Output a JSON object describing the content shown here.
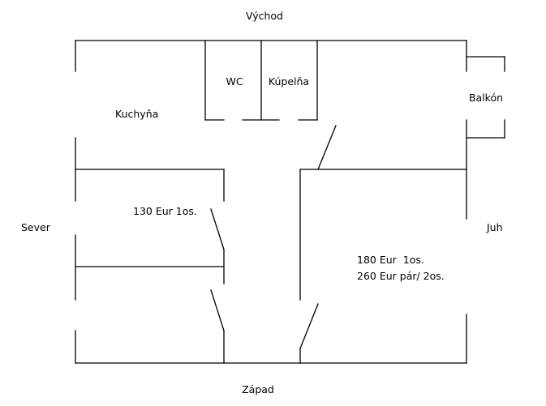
{
  "compass": {
    "east": "Východ",
    "west": "Západ",
    "north": "Sever",
    "south": "Juh"
  },
  "rooms": {
    "kitchen": "Kuchyňa",
    "wc": "WC",
    "bathroom": "Kúpelňa",
    "balcony": "Balkón"
  },
  "prices": {
    "small_room": "130 Eur 1os.",
    "big_room_single": "180 Eur  1os.",
    "big_room_pair": "260 Eur pár/ 2os."
  },
  "colors": {
    "line": "#000000",
    "background": "#ffffff"
  }
}
